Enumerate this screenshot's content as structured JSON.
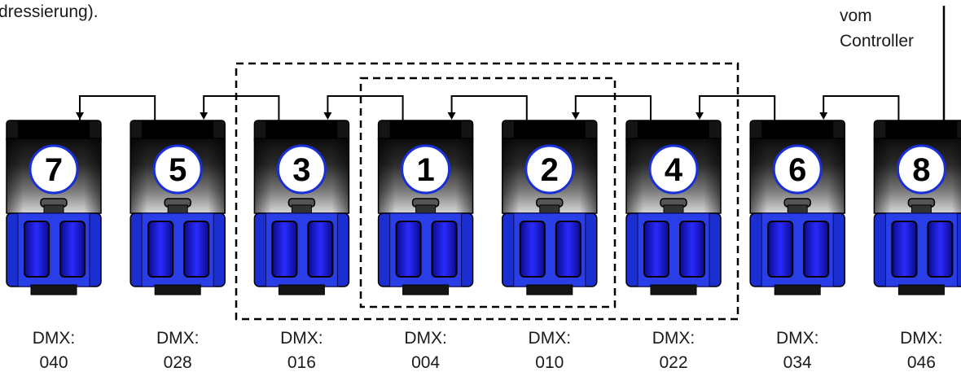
{
  "header_text": "dressierung).",
  "controller_label": [
    "vom",
    "Controller"
  ],
  "fixtures": [
    {
      "number": "7",
      "dmx_label": "DMX:",
      "dmx_address": "040"
    },
    {
      "number": "5",
      "dmx_label": "DMX:",
      "dmx_address": "028"
    },
    {
      "number": "3",
      "dmx_label": "DMX:",
      "dmx_address": "016"
    },
    {
      "number": "1",
      "dmx_label": "DMX:",
      "dmx_address": "004"
    },
    {
      "number": "2",
      "dmx_label": "DMX:",
      "dmx_address": "010"
    },
    {
      "number": "4",
      "dmx_label": "DMX:",
      "dmx_address": "022"
    },
    {
      "number": "6",
      "dmx_label": "DMX:",
      "dmx_address": "034"
    },
    {
      "number": "8",
      "dmx_label": "DMX:",
      "dmx_address": "046"
    }
  ],
  "colors": {
    "housing_blue": "#1b2fd0",
    "lens_blue": "#1a1ae0",
    "head_dark": "#1a1a1a",
    "badge_outline": "#1a2fd6",
    "wire": "#000000"
  }
}
